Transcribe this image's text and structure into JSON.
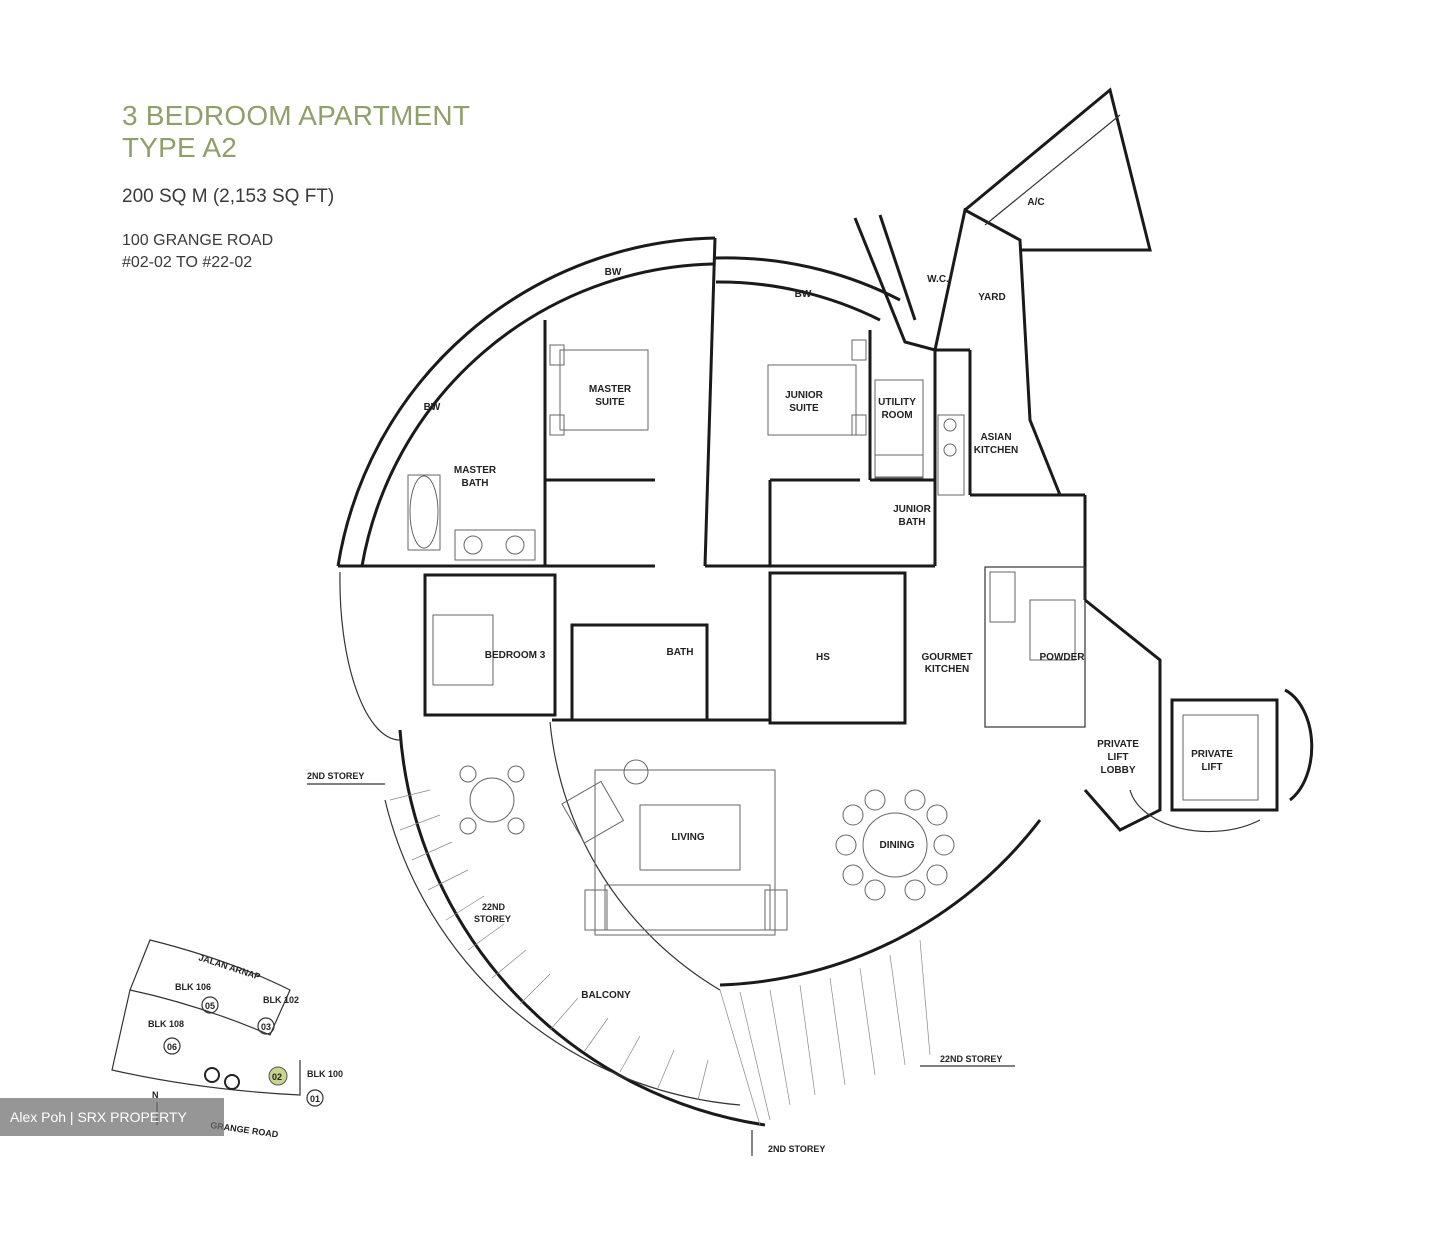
{
  "header": {
    "title_line1": "3 BEDROOM APARTMENT",
    "title_line2": "TYPE A2",
    "area": "200 SQ M (2,153 SQ FT)",
    "address_line1": "100 GRANGE ROAD",
    "address_line2": "#02-02 TO #22-02"
  },
  "rooms": {
    "bw1": "BW",
    "bw2": "BW",
    "bw3": "BW",
    "ac": "A/C",
    "wc": "W.C.",
    "yard": "YARD",
    "master_suite_1": "MASTER",
    "master_suite_2": "SUITE",
    "junior_suite_1": "JUNIOR",
    "junior_suite_2": "SUITE",
    "utility_1": "UTILITY",
    "utility_2": "ROOM",
    "asian_kitchen_1": "ASIAN",
    "asian_kitchen_2": "KITCHEN",
    "master_bath_1": "MASTER",
    "master_bath_2": "BATH",
    "junior_bath_1": "JUNIOR",
    "junior_bath_2": "BATH",
    "study": "BEDROOM 3",
    "bath3": "BATH",
    "hs": "HS",
    "gourmet_1": "GOURMET",
    "gourmet_2": "KITCHEN",
    "powder": "POWDER",
    "lift_lobby_1": "PRIVATE",
    "lift_lobby_2": "LIFT",
    "lift_lobby_3": "LOBBY",
    "private_lift_1": "PRIVATE",
    "private_lift_2": "LIFT",
    "living": "LIVING",
    "dining": "DINING",
    "balcony": "BALCONY"
  },
  "annotations": {
    "storey2_left": "2ND STOREY",
    "storey22_left_1": "22ND",
    "storey22_left_2": "STOREY",
    "storey22_right": "22ND STOREY",
    "storey2_bottom": "2ND STOREY"
  },
  "keyplan": {
    "street_top": "JALAN ARNAP",
    "street_bottom": "GRANGE ROAD",
    "north": "N",
    "blk106": "BLK 106",
    "blk102": "BLK 102",
    "blk108": "BLK 108",
    "blk100": "BLK 100",
    "unit_05": "05",
    "unit_03": "03",
    "unit_06": "06",
    "unit_02": "02",
    "unit_01": "01",
    "highlight": "#c8d58a"
  },
  "watermark": "Alex Poh | SRX PROPERTY",
  "colors": {
    "title": "#8fa06a",
    "wall": "#1a1a1a"
  }
}
